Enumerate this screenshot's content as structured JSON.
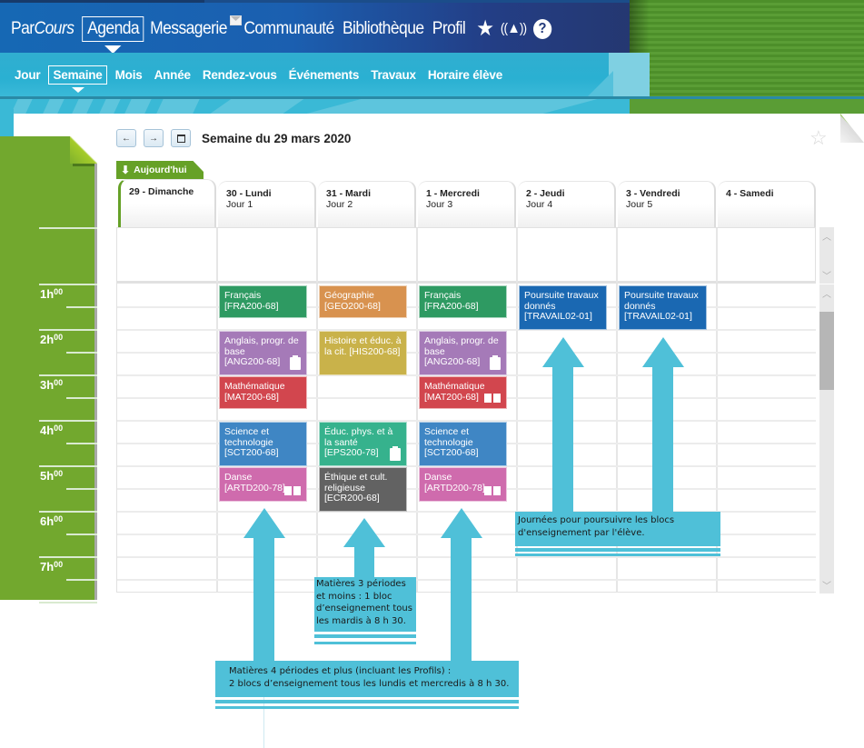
{
  "topnav": {
    "brand_plain": "Par",
    "brand_italic": "Cours",
    "items": [
      {
        "label": "Agenda",
        "active": true
      },
      {
        "label": "Messagerie",
        "active": false
      },
      {
        "label": "Communauté",
        "active": false
      },
      {
        "label": "Bibliothèque",
        "active": false
      },
      {
        "label": "Profil",
        "active": false
      }
    ],
    "icons": [
      "star-icon",
      "bell-icon",
      "help-icon"
    ],
    "star_glyph": "★",
    "bell_glyph": "((🔔))",
    "help_glyph": "?"
  },
  "subnav": {
    "items": [
      {
        "label": "Jour",
        "active": false
      },
      {
        "label": "Semaine",
        "active": true
      },
      {
        "label": "Mois",
        "active": false
      },
      {
        "label": "Année",
        "active": false
      },
      {
        "label": "Rendez-vous",
        "active": false
      },
      {
        "label": "Événements",
        "active": false
      },
      {
        "label": "Travaux",
        "active": false
      },
      {
        "label": "Horaire élève",
        "active": false
      }
    ]
  },
  "toolbar": {
    "prev_glyph": "←",
    "next_glyph": "→",
    "today_glyph": "🗓",
    "week_title": "Semaine du 29 mars 2020",
    "favorite_glyph": "☆"
  },
  "today_badge": {
    "arrow": "🡇",
    "label": "Aujourd'hui"
  },
  "days": [
    {
      "date": "29 - Dimanche",
      "cycle": "",
      "today": true
    },
    {
      "date": "30 - Lundi",
      "cycle": "Jour 1",
      "today": false
    },
    {
      "date": "31 - Mardi",
      "cycle": "Jour 2",
      "today": false
    },
    {
      "date": "1 - Mercredi",
      "cycle": "Jour 3",
      "today": false
    },
    {
      "date": "2 - Jeudi",
      "cycle": "Jour 4",
      "today": false
    },
    {
      "date": "3 - Vendredi",
      "cycle": "Jour 5",
      "today": false
    },
    {
      "date": "4 - Samedi",
      "cycle": "",
      "today": false
    }
  ],
  "times": [
    {
      "h": "1h",
      "m": "00"
    },
    {
      "h": "2h",
      "m": "00"
    },
    {
      "h": "3h",
      "m": "00"
    },
    {
      "h": "4h",
      "m": "00"
    },
    {
      "h": "5h",
      "m": "00"
    },
    {
      "h": "6h",
      "m": "00"
    },
    {
      "h": "7h",
      "m": "00"
    }
  ],
  "events": [
    {
      "day": 1,
      "slot": 0,
      "span": 1,
      "title": "Français",
      "code": "[FRA200-68]",
      "color": "#2e9a62",
      "icon": ""
    },
    {
      "day": 1,
      "slot": 1,
      "span": 1,
      "title": "Anglais, progr. de base",
      "code": "[ANG200-68]",
      "color": "#a57ab8",
      "icon": "clipboard-icon"
    },
    {
      "day": 1,
      "slot": 2,
      "span": 1,
      "title": "Mathématique",
      "code": "[MAT200-68]",
      "color": "#d2464e",
      "icon": ""
    },
    {
      "day": 1,
      "slot": 3,
      "span": 1,
      "title": "Science et technologie",
      "code": "[SCT200-68]",
      "color": "#3f86c4",
      "icon": ""
    },
    {
      "day": 1,
      "slot": 4,
      "span": 1,
      "title": "Danse",
      "code": "[ARTD200-78]",
      "color": "#cf6bad",
      "icon": "book-icon"
    },
    {
      "day": 2,
      "slot": 0,
      "span": 1,
      "title": "Géographie",
      "code": "[GEO200-68]",
      "color": "#d8924f",
      "icon": ""
    },
    {
      "day": 2,
      "slot": 1,
      "span": 1,
      "title": "Histoire et éduc. à la cit.",
      "code": "[HIS200-68]",
      "color": "#c9b24a",
      "icon": ""
    },
    {
      "day": 2,
      "slot": 3,
      "span": 1,
      "title": "Éduc. phys. et à la santé",
      "code": "[EPS200-78]",
      "color": "#36b28d",
      "icon": "clipboard-icon"
    },
    {
      "day": 2,
      "slot": 4,
      "span": 1,
      "title": "Éthique et cult. religieuse",
      "code": "[ECR200-68]",
      "color": "#626262",
      "icon": ""
    },
    {
      "day": 3,
      "slot": 0,
      "span": 1,
      "title": "Français",
      "code": "[FRA200-68]",
      "color": "#2e9a62",
      "icon": ""
    },
    {
      "day": 3,
      "slot": 1,
      "span": 1,
      "title": "Anglais, progr. de base",
      "code": "[ANG200-68]",
      "color": "#a57ab8",
      "icon": "clipboard-icon"
    },
    {
      "day": 3,
      "slot": 2,
      "span": 1,
      "title": "Mathématique",
      "code": "[MAT200-68]",
      "color": "#d2464e",
      "icon": "book-icon"
    },
    {
      "day": 3,
      "slot": 3,
      "span": 1,
      "title": "Science et technologie",
      "code": "[SCT200-68]",
      "color": "#3f86c4",
      "icon": ""
    },
    {
      "day": 3,
      "slot": 4,
      "span": 1,
      "title": "Danse",
      "code": "[ARTD200-78]",
      "color": "#cf6bad",
      "icon": "book-icon"
    },
    {
      "day": 4,
      "slot": 0,
      "span": 1,
      "title": "Poursuite travaux donnés",
      "code": "[TRAVAIL02-01]",
      "color": "#1a68b2",
      "icon": ""
    },
    {
      "day": 5,
      "slot": 0,
      "span": 1,
      "title": "Poursuite travaux donnés",
      "code": "[TRAVAIL02-01]",
      "color": "#1a68b2",
      "icon": ""
    }
  ],
  "annotations": {
    "note_tuesday": "Matières 3 périodes et moins : 1 bloc d’enseignement tous les mardis à 8 h 30.",
    "note_mon_wed_line1": "Matières 4 périodes et plus (incluant les Profils) :",
    "note_mon_wed_line2": "2 blocs d’enseignement tous les lundis et mercredis à 8 h 30.",
    "note_thu_fri": "Journées pour poursuivre les blocs d'enseignement par l'élève."
  },
  "colors": {
    "accent_cyan": "#4fc0d8",
    "nav_blue": "#1b5fb0",
    "green": "#72a82e"
  }
}
